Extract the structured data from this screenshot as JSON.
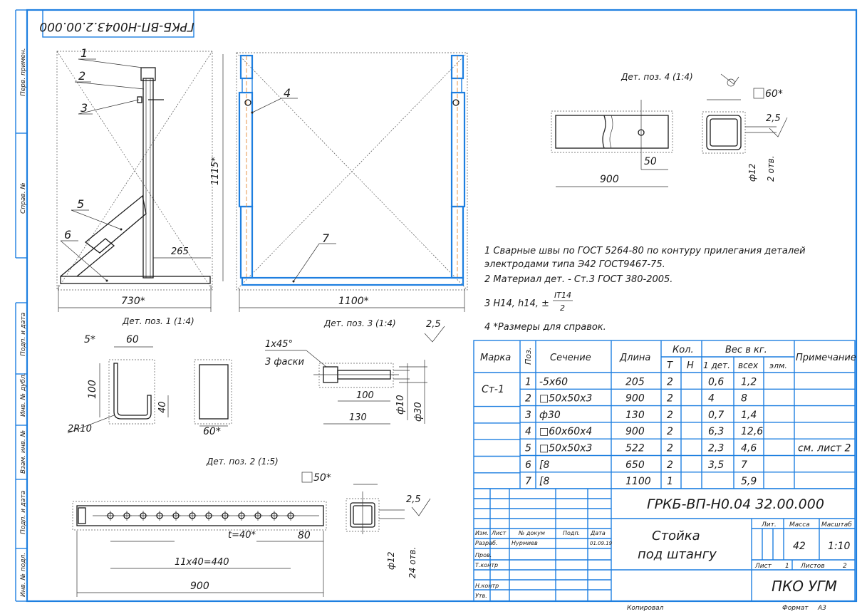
{
  "stamp": {
    "doc_number": "ГРКБ-ВП-Н0.04 32.00.000",
    "top_code": "ГРКБ-ВП-Н0043.2.00.000",
    "title_line1": "Стойка",
    "title_line2": "под штангу",
    "lit_label": "Лит.",
    "mass_label": "Масса",
    "scale_label": "Масштаб",
    "mass": "42",
    "scale": "1:10",
    "sheet_label": "Лист",
    "sheet": "1",
    "sheets_label": "Листов",
    "sheets": "2",
    "org": "ПКО УГМ",
    "copied": "Копировал",
    "format_label": "Формат",
    "format": "A3",
    "hdr_izm": "Изм.",
    "hdr_list": "Лист",
    "hdr_doc": "№ докум",
    "hdr_sign": "Подп.",
    "hdr_date": "Дата",
    "razrab": "Разраб.",
    "author": "Нурмиев",
    "date": "01.09.19",
    "prov": "Пров.",
    "tkontr": "Т.контр",
    "nkontr": "Н.контр",
    "utv": "Утв."
  },
  "side_labels": {
    "perv": "Перв. примен.",
    "sprav": "Справ. №",
    "podp1": "Подп. и дата",
    "inv_dubl": "Инв. № дубл.",
    "vzam": "Взам. инв. №",
    "podp2": "Подп. и дата",
    "inv_podl": "Инв. № подл."
  },
  "views": {
    "view1_caption": "Дет. поз. 1 (1:4)",
    "view3_caption": "Дет. поз. 3 (1:4)",
    "view2_caption": "Дет. поз. 2 (1:5)",
    "view4_caption": "Дет. поз. 4 (1:4)",
    "pos_labels": [
      "1",
      "2",
      "3",
      "4",
      "5",
      "6",
      "7"
    ],
    "dim_730": "730*",
    "dim_1115": "1115*",
    "dim_265": "265",
    "dim_1100": "1100*",
    "dim_5": "5*",
    "dim_60": "60",
    "dim_100": "100",
    "dim_40": "40",
    "dim_2r10": "2R10",
    "dim_60s": "60*",
    "chamfer": "1х45°",
    "chamfer2": "3 фаски",
    "rough": "2,5",
    "dim_100b": "100",
    "dim_130": "130",
    "dim_phi10": "ф10",
    "dim_phi30": "ф30",
    "dim_900a": "900",
    "dim_50": "50",
    "dim_sq60": "60*",
    "dim_phi12": "ф12",
    "two_holes": "2 отв.",
    "rough2": "2,5",
    "dim_sq50": "50*",
    "dim_t40": "t=40*",
    "dim_80": "80",
    "dim_11x40": "11х40=440",
    "dim_900b": "900",
    "dim_phi12b": "ф12",
    "holes24": "24 отв.",
    "rough3": "2,5"
  },
  "notes": [
    "1 Сварные швы по ГОСТ 5264-80 по контуру прилегания деталей",
    "электродами типа Э42 ГОСТ9467-75.",
    "2 Материал дет. - Ст.3 ГОСТ 380-2005.",
    "3 Н14, h14, ±",
    "4 *Размеры для справок."
  ],
  "note3_frac_top": "IT14",
  "note3_frac_bottom": "2",
  "spec_table": {
    "headers": {
      "marka": "Марка",
      "poz": "Поз.",
      "sech": "Сечение",
      "dlina": "Длина",
      "kol": "Кол.",
      "t": "Т",
      "n": "Н",
      "ves": "Вес в кг.",
      "odet": "1 дет.",
      "vseh": "всех",
      "elm": "элм.",
      "prim": "Примечание"
    },
    "marka": "Ст-1",
    "rows": [
      {
        "poz": "1",
        "sech": "-5х60",
        "dlina": "205",
        "kol": "2",
        "odet": "0,6",
        "vseh": "1,2",
        "prim": ""
      },
      {
        "poz": "2",
        "sech": "□50х50х3",
        "dlina": "900",
        "kol": "2",
        "odet": "4",
        "vseh": "8",
        "prim": ""
      },
      {
        "poz": "3",
        "sech": "ф30",
        "dlina": "130",
        "kol": "2",
        "odet": "0,7",
        "vseh": "1,4",
        "prim": ""
      },
      {
        "poz": "4",
        "sech": "□60х60х4",
        "dlina": "900",
        "kol": "2",
        "odet": "6,3",
        "vseh": "12,6",
        "prim": ""
      },
      {
        "poz": "5",
        "sech": "□50х50х3",
        "dlina": "522",
        "kol": "2",
        "odet": "2,3",
        "vseh": "4,6",
        "prim": "см. лист 2"
      },
      {
        "poz": "6",
        "sech": "[8",
        "dlina": "650",
        "kol": "2",
        "odet": "3,5",
        "vseh": "7",
        "prim": ""
      },
      {
        "poz": "7",
        "sech": "[8",
        "dlina": "1100",
        "kol": "1",
        "odet": "",
        "vseh": "5,9",
        "prim": ""
      }
    ]
  },
  "colors": {
    "frame": "#1e7fe0",
    "ink": "#1a1a1a",
    "axis": "#e07a1e"
  }
}
